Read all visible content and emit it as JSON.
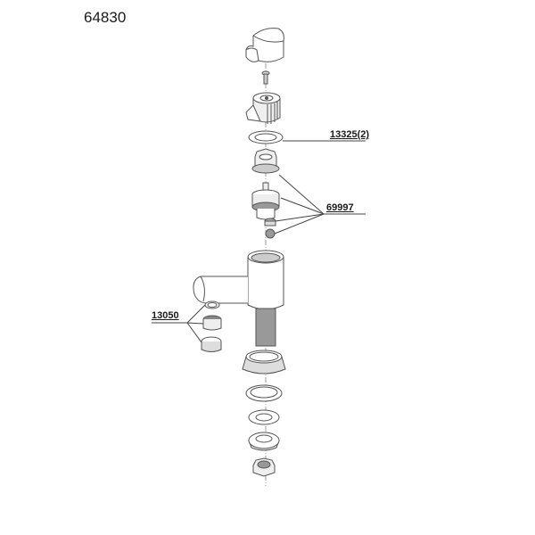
{
  "diagram": {
    "title": "64830",
    "type": "exploded-parts-diagram",
    "callouts": [
      {
        "id": "13325",
        "label": "13325(2)",
        "points_to": [
          "washer"
        ]
      },
      {
        "id": "69997",
        "label": "69997",
        "points_to": [
          "nut",
          "cartridge",
          "seat",
          "spring"
        ]
      },
      {
        "id": "13050",
        "label": "13050",
        "points_to": [
          "aerator-ring",
          "aerator-insert",
          "aerator-housing"
        ]
      }
    ],
    "parts": [
      "handle-cap",
      "screw",
      "handle-knob",
      "washer",
      "nut",
      "cartridge",
      "seat",
      "spring",
      "faucet-body",
      "threaded-shank",
      "aerator-ring",
      "aerator-insert",
      "aerator-housing",
      "base-escutcheon",
      "gasket",
      "friction-washer",
      "metal-washer",
      "mounting-nut"
    ]
  }
}
